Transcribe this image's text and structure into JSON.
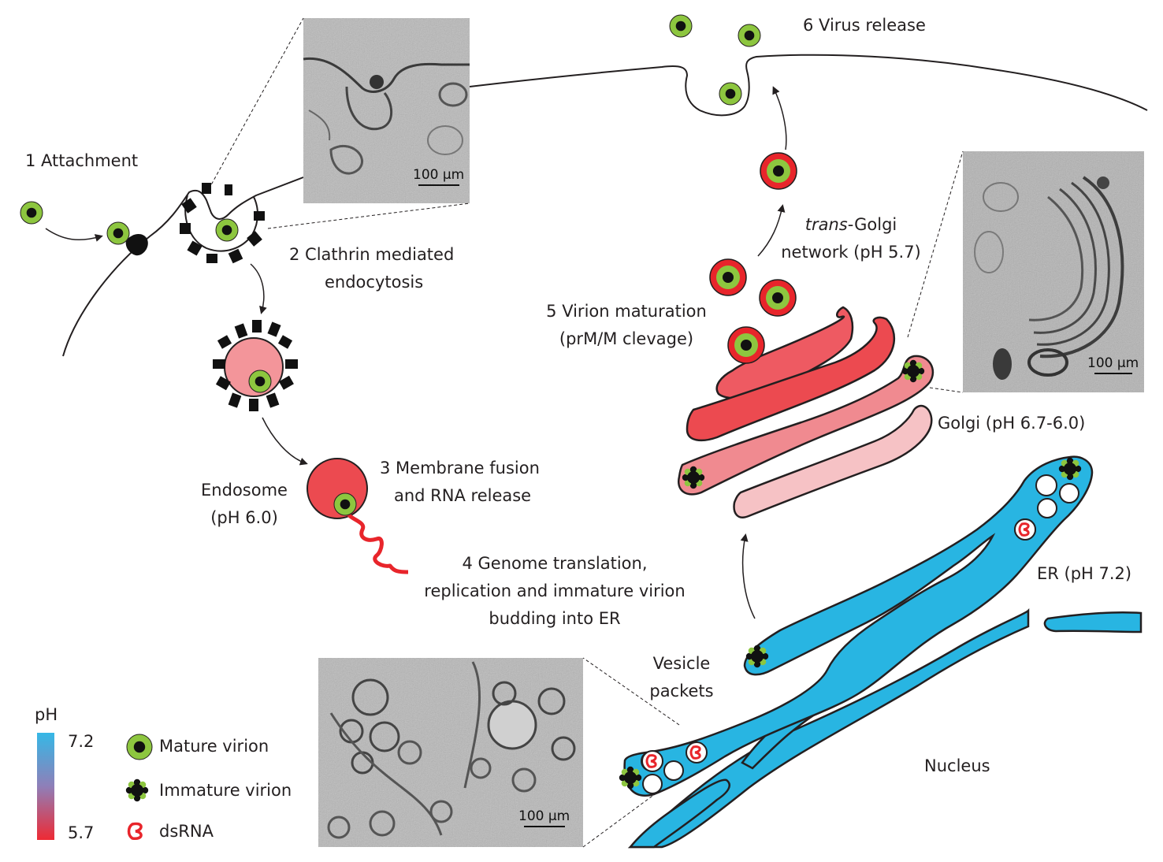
{
  "steps": {
    "s1": "1  Attachment",
    "s2a": "2  Clathrin mediated",
    "s2b": "endocytosis",
    "s3a": "3  Membrane fusion",
    "s3b": "and RNA release",
    "s4a": "4  Genome translation,",
    "s4b": "replication and immature virion",
    "s4c": "budding into ER",
    "s5a": "5  Virion maturation",
    "s5b": "(prM/M clevage)",
    "s6": "6  Virus release"
  },
  "compartments": {
    "endosome_a": "Endosome",
    "endosome_b": "(pH 6.0)",
    "tgn_prefix": "trans",
    "tgn_a_rest": "-Golgi",
    "tgn_b": "network (pH 5.7)",
    "golgi": "Golgi (pH 6.7-6.0)",
    "er": "ER (pH 7.2)",
    "vesicle_a": "Vesicle",
    "vesicle_b": "packets",
    "nucleus": "Nucleus"
  },
  "micrographs": {
    "scale_label": "100 μm"
  },
  "legend": {
    "ph_title": "pH",
    "ph_high": "7.2",
    "ph_low": "5.7",
    "items": [
      "Mature virion",
      "Immature virion",
      "dsRNA"
    ]
  },
  "colors": {
    "virion_ring": "#8dc63f",
    "er_blue": "#28b5e2",
    "endosome_pink": "#f3959a",
    "endosome_red": "#ec4a50",
    "tgn_red": "#e8252b",
    "ph_high_color": "#35b8e6",
    "ph_low_color": "#ee2a34"
  }
}
